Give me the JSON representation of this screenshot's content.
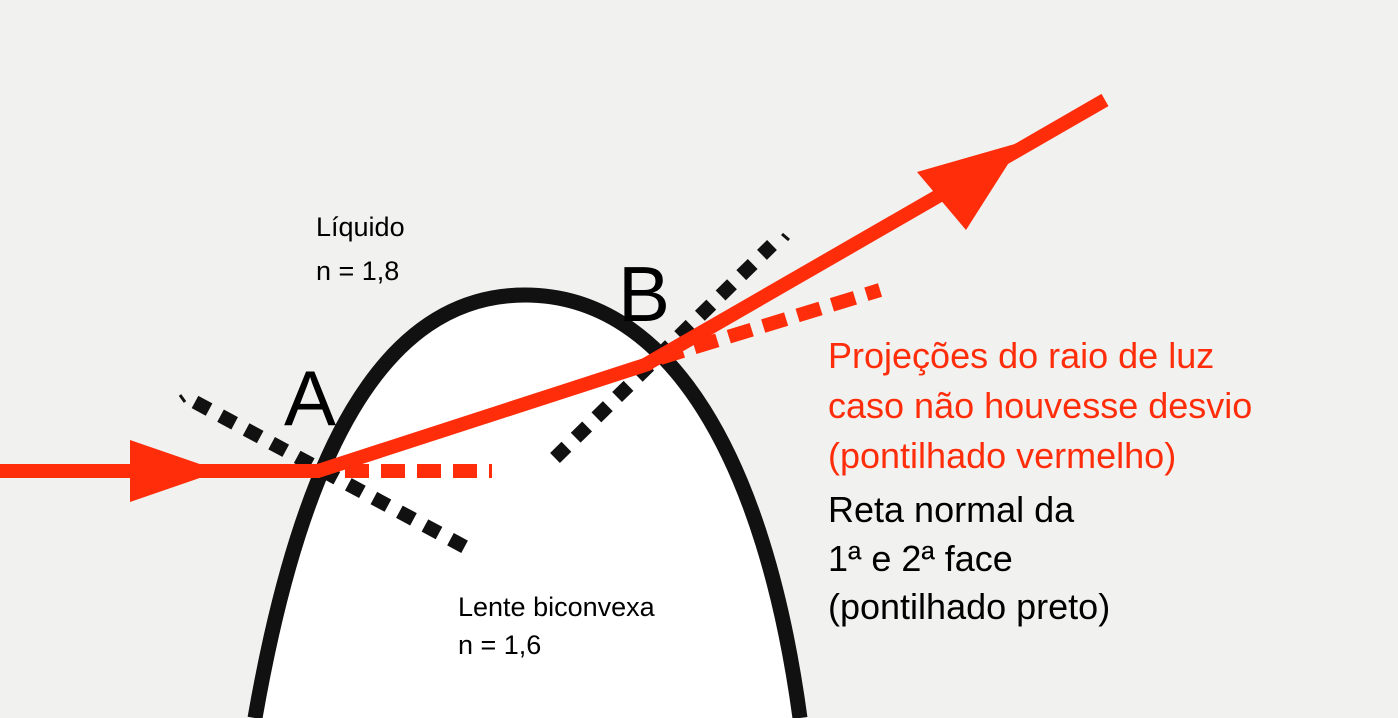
{
  "labels": {
    "medium_name": "Líquido",
    "medium_index": "n = 1,8",
    "lens_name": "Lente biconvexa",
    "lens_index": "n = 1,6",
    "point_a": "A",
    "point_b": "B"
  },
  "legend": {
    "red_line1": "Projeções do raio de luz",
    "red_line2": "caso não houvesse desvio",
    "red_line3": "(pontilhado vermelho)",
    "black_line1": "Reta normal da",
    "black_line2": "1ª e 2ª face",
    "black_line3": "(pontilhado preto)"
  },
  "colors": {
    "ray": "#ff2d0a",
    "legend_red": "#ff2d0a",
    "normal_line": "#111111",
    "lens_outline": "#111111",
    "lens_fill": "#ffffff",
    "background": "#f1f1f0"
  }
}
